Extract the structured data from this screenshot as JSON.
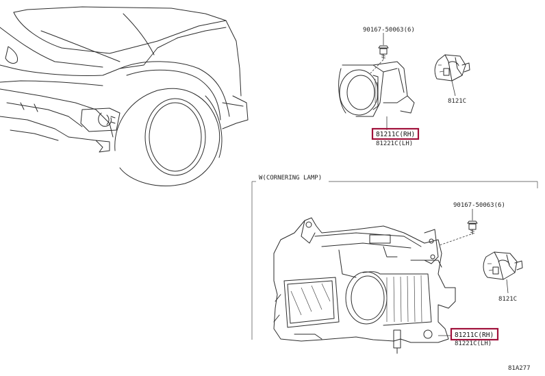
{
  "diagram": {
    "part_bolt_top": "90167-50063(6)",
    "part_socket_top": "8121C",
    "part_rh_top": "81211C(RH)",
    "part_lh_top": "81221C(LH)",
    "section_title": "W(CORNERING  LAMP)",
    "part_bolt_bottom": "90167-50063(6)",
    "part_socket_bottom": "8121C",
    "part_rh_bottom": "81211C(RH)",
    "part_lh_bottom": "81221C(LH)",
    "ref_code": "81A277",
    "highlight_color": "#a0103a"
  }
}
